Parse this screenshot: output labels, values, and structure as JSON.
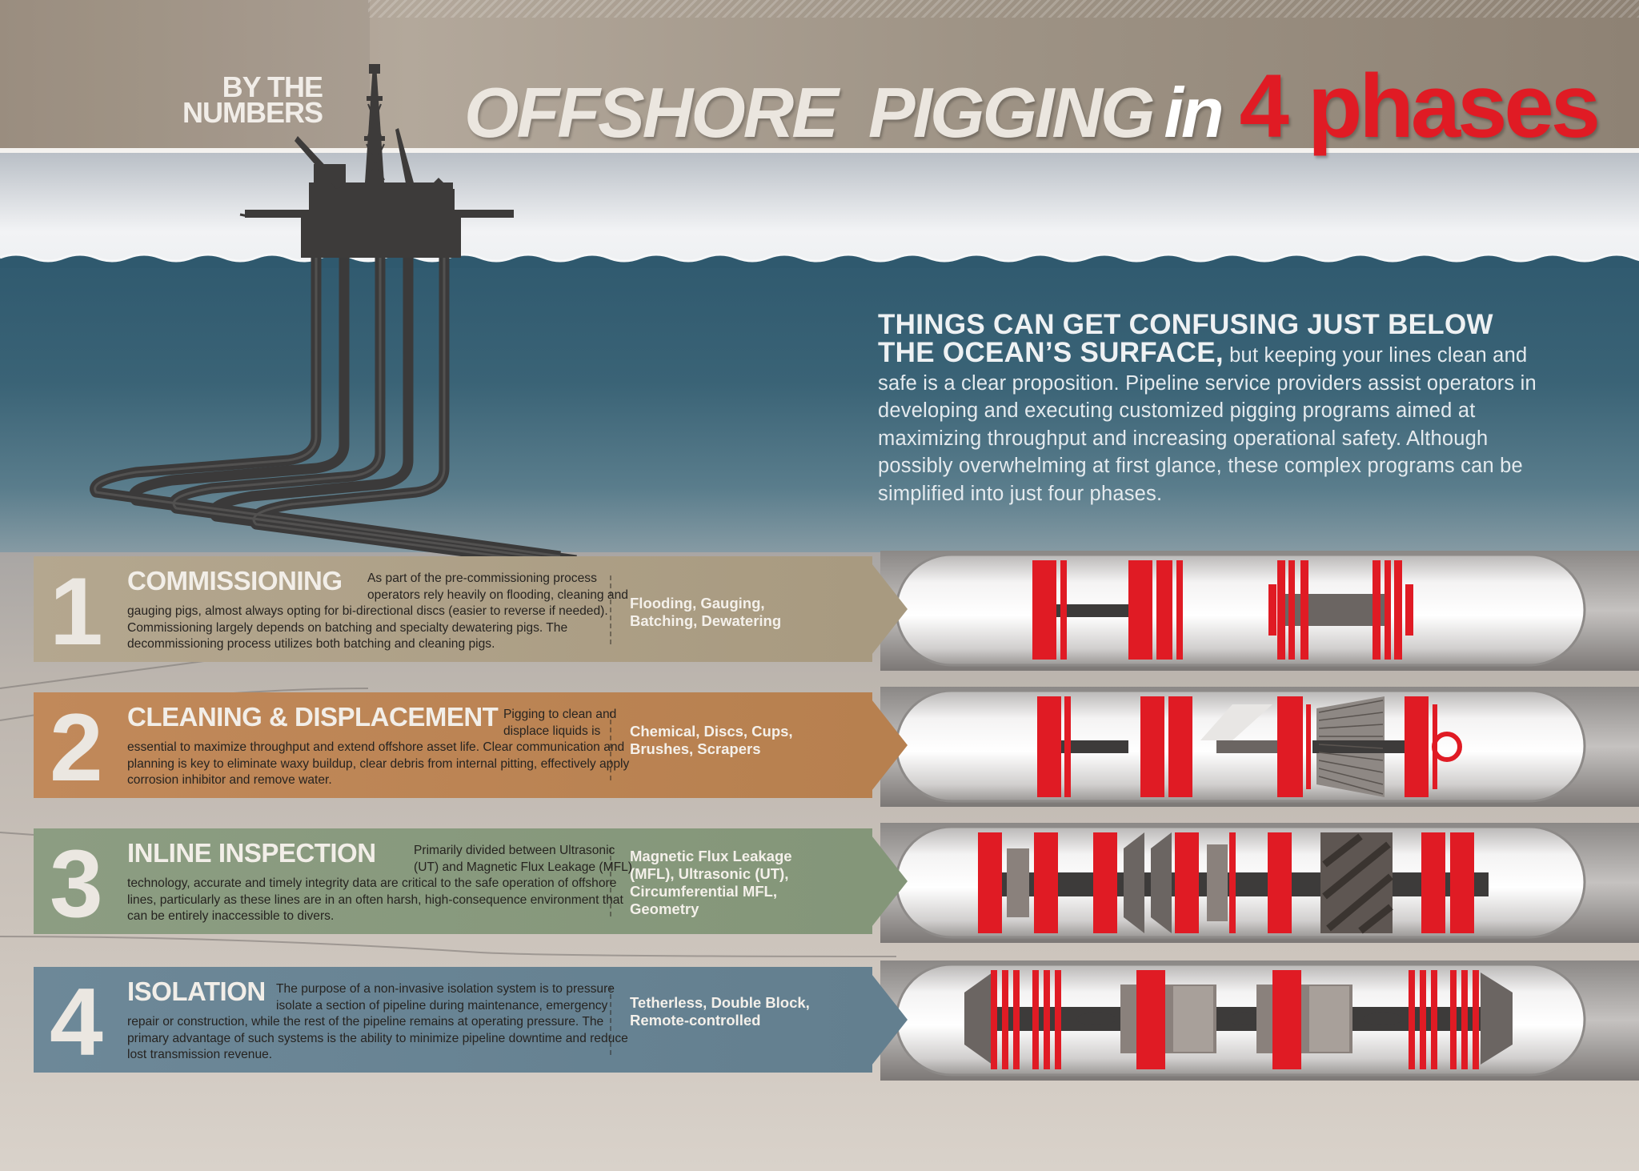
{
  "header": {
    "kicker_line1": "BY THE",
    "kicker_line2": "NUMBERS",
    "title_part1": "OFFSHORE",
    "title_part2": "PIGGING",
    "title_part3": "in",
    "title_part4": "4 phases"
  },
  "intro": {
    "headline": "THINGS CAN GET CONFUSING JUST BELOW THE OCEAN’S SURFACE,",
    "body": " but keeping your lines clean and safe is a clear proposition. Pipeline service providers assist operators in developing and executing customized pigging programs aimed at maximizing throughput and increasing operational safety. Although possibly overwhelming at first glance, these complex programs can be simplified into just four phases."
  },
  "phases": [
    {
      "number": "1",
      "name": "COMMISSIONING",
      "description": "As part of the pre-commissioning process operators rely heavily on flooding, cleaning and gauging pigs, almost always opting for bi-directional discs (easier to reverse if needed). Commissioning largely depends on batching and specialty dewatering pigs. The decommissioning process utilizes both batching and cleaning pigs.",
      "tools": "Flooding, Gauging, Batching, Dewatering",
      "color": "#b4a78f"
    },
    {
      "number": "2",
      "name": "CLEANING & DISPLACEMENT",
      "description": "Pigging to clean and displace liquids is essential to maximize throughput and extend offshore asset life. Clear communication and planning is key to eliminate waxy buildup, clear debris from internal pitting, effectively apply corrosion inhibitor and remove water.",
      "tools": "Chemical, Discs, Cups, Brushes, Scrapers",
      "color": "#c1895a"
    },
    {
      "number": "3",
      "name": "INLINE INSPECTION",
      "description": "Primarily divided between Ultrasonic (UT) and Magnetic Flux Leakage (MFL) technology, accurate and timely integrity data are critical to the safe operation of offshore lines, particularly as these lines are in an often harsh, high-consequence environment that can be entirely inaccessible to divers.",
      "tools": "Magnetic Flux Leakage (MFL), Ultrasonic (UT), Circumferential MFL, Geometry",
      "color": "#8c9d82"
    },
    {
      "number": "4",
      "name": "ISOLATION",
      "description": "The purpose of a non-invasive isolation system is to pressure isolate a section of pipeline during maintenance, emergency repair or construction, while the rest of the pipeline remains at operating pressure. The primary advantage of such systems is the ability to minimize pipeline downtime and reduce lost transmission revenue.",
      "tools": "Tetherless, Double Block, Remote-controlled",
      "color": "#6d8898"
    }
  ],
  "colors": {
    "accent_red": "#e01b24",
    "sea": "#305a6f",
    "header": "#a39586"
  },
  "icons": [
    "oil-platform-icon",
    "pipeline-pig-icon"
  ]
}
